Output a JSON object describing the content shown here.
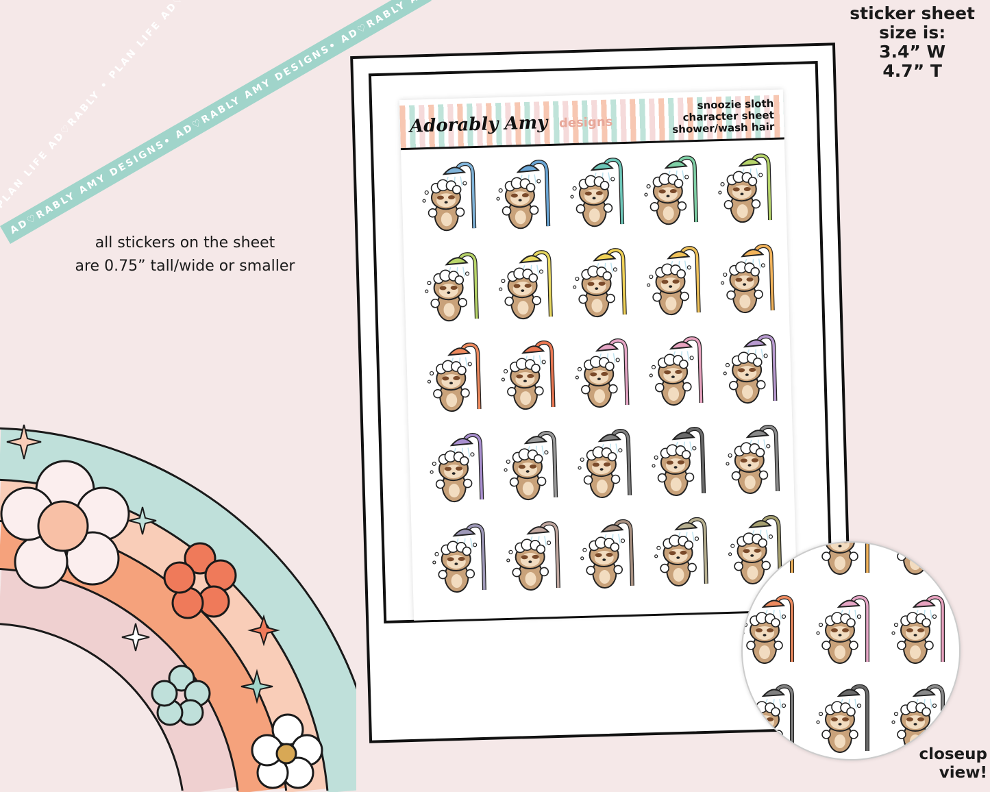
{
  "ribbons": {
    "orange_text": "PLAN LIFE AD♡RABLY • PLAN LIFE AD♡RABLY • PLAN LIFE AD♡RABLY",
    "teal_text": "AD♡RABLY AMY DESIGNS• AD♡RABLY AMY DESIGNS• AD♡RABLY AMY DESIGNS",
    "orange_color": "#f4896a",
    "teal_color": "#a0d4ca"
  },
  "size_info": {
    "line1": "sticker sheet",
    "line2": "size is:",
    "line3": "3.4” W",
    "line4": "4.7” T"
  },
  "note": {
    "line1": "all stickers on the sheet",
    "line2": "are 0.75” tall/wide or smaller"
  },
  "sheet": {
    "brand": "Adorably Amy",
    "brand_suffix": "designs",
    "title_line1": "snoozie sloth",
    "title_line2": "character sheet",
    "title_line3": "shower/wash hair",
    "shower_colors": [
      "#7fb3d9",
      "#6aa6d6",
      "#6cc6b8",
      "#7fd0a6",
      "#b6d46a",
      "#b9d66a",
      "#e8d860",
      "#f0d257",
      "#f0c25a",
      "#f2b35a",
      "#ee8a5e",
      "#ea7752",
      "#e6a6c6",
      "#e9a3c0",
      "#b89ad0",
      "#a98fd0",
      "#9a9a9a",
      "#808080",
      "#6a6a6a",
      "#8a8a8a",
      "#9e98b8",
      "#c2a8a0",
      "#a89080",
      "#b8b090",
      "#a6a070"
    ]
  },
  "closeup": {
    "caption_line1": "closeup",
    "caption_line2": "view!",
    "shower_colors": [
      "#f2b35a",
      "#ee8a5e",
      "#e6a6c6",
      "#e9a3c0",
      "#808080",
      "#6a6a6a",
      "#8a8a8a"
    ]
  },
  "rainbow_colors": [
    "#bfe0da",
    "#f9cdb8",
    "#f5a27c",
    "#efd0d0"
  ]
}
